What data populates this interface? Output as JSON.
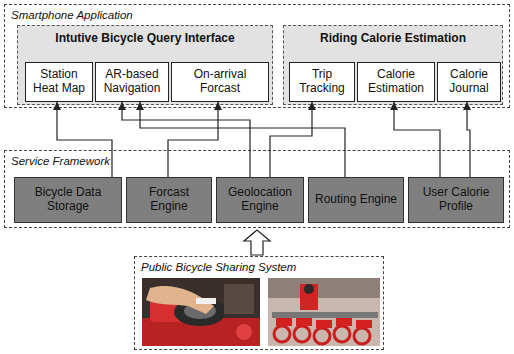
{
  "diagram": {
    "nodes": [
      {
        "text": [
          "Smartphone Application"
        ]
      },
      {
        "text": [
          "Intutive Bicycle Query Interface"
        ],
        "in": 0
      },
      {
        "text": [
          "Station Heat Map"
        ],
        "in": 1
      },
      {
        "text": [
          "AR-based Navigation"
        ],
        "in": 1
      },
      {
        "text": [
          "On-arrival Forcast"
        ],
        "in": 1
      },
      {
        "text": [
          "Riding Calorie Estimation"
        ],
        "in": 0
      },
      {
        "text": [
          "Trip Tracking"
        ],
        "in": 5
      },
      {
        "text": [
          "Calorie Estimation"
        ],
        "in": 5
      },
      {
        "text": [
          "Calorie Journal"
        ],
        "in": 5
      },
      {
        "text": [
          "Service Framework"
        ]
      },
      {
        "text": [
          "Bicycle Data Storage"
        ],
        "in": 9
      },
      {
        "text": [
          "Forcast Engine"
        ],
        "in": 9
      },
      {
        "text": [
          "Geolocation Engine"
        ],
        "in": 9
      },
      {
        "text": [
          "Routing Engine"
        ],
        "in": 9
      },
      {
        "text": [
          "User Calorie Profile"
        ],
        "in": 9
      },
      {
        "text": [
          "Public Bicycle Sharing System"
        ]
      }
    ],
    "edges": [
      {
        "from": 10,
        "to": 2,
        "arrow": "to"
      },
      {
        "from": 11,
        "to": 4,
        "arrow": "to"
      },
      {
        "from": 12,
        "to": 3,
        "arrow": "to"
      },
      {
        "from": 13,
        "to": 3,
        "arrow": "to"
      },
      {
        "from": 12,
        "to": 6,
        "arrow": "to"
      },
      {
        "from": 14,
        "to": 7,
        "arrow": "to"
      },
      {
        "from": 14,
        "to": 8,
        "arrow": "to"
      },
      {
        "from": 15,
        "to": 9,
        "arrow": "to"
      }
    ]
  }
}
